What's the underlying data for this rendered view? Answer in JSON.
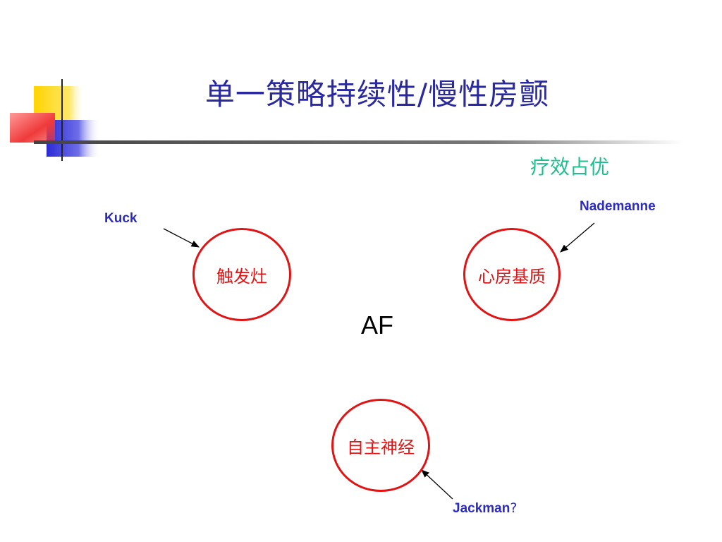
{
  "slide": {
    "title": "单一策略持续性/慢性房颤",
    "subtitle": "疗效占优",
    "center_label": "AF",
    "nodes": [
      {
        "label": "触发灶",
        "author": "Kuck"
      },
      {
        "label": "心房基质",
        "author": "Nademanne"
      },
      {
        "label": "自主神经",
        "author": "Jackman",
        "author_suffix": "?"
      }
    ],
    "colors": {
      "title": "#2a2a9e",
      "subtitle": "#1fbf8f",
      "node_border": "#e01414",
      "author": "#2b2bc0",
      "logo_yellow": "#ffd400",
      "logo_blue": "#2b2bd6",
      "logo_red": "#f03a3a"
    }
  }
}
